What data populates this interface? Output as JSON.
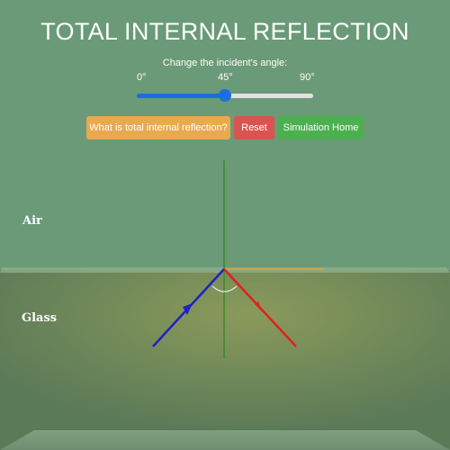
{
  "title": "TOTAL INTERNAL REFLECTION",
  "slider": {
    "caption": "Change the incident's angle:",
    "ticks": [
      "0°",
      "45°",
      "90°"
    ],
    "min": 0,
    "max": 90,
    "value": 45
  },
  "buttons": {
    "what_is": "What is total internal reflection?",
    "reset": "Reset",
    "home": "Simulation Home"
  },
  "media": {
    "air_label": "Air",
    "glass_label": "Glass"
  },
  "colors": {
    "background": "#6a9a77",
    "slider_accent": "#1e6de0",
    "what_is_button": "#e9a94f",
    "reset_button": "#d9534f",
    "home_button": "#4caf50",
    "incident_ray": "#2020c8",
    "reflected_ray": "#e02020",
    "normal_line": "#3a8a2a",
    "refracted_ray": "#e0a030"
  }
}
